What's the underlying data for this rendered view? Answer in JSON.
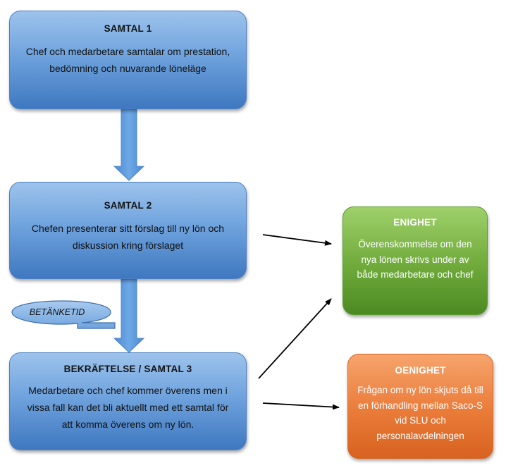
{
  "samtal1": {
    "title": "SAMTAL 1",
    "body": "Chef och medarbetare samtalar om prestation, bedömning och nuvarande löneläge"
  },
  "samtal2": {
    "title": "SAMTAL 2",
    "body": "Chefen presenterar sitt förslag till ny lön och diskussion kring förslaget"
  },
  "samtal3": {
    "title": "BEKRÄFTELSE / SAMTAL 3",
    "body": "Medarbetare och chef kommer överens men i vissa fall kan det bli aktuellt med ett samtal för att komma överens om ny lön."
  },
  "enighet": {
    "title": "ENIGHET",
    "body": "Överenskommelse om den nya lönen skrivs under av både medarbetare och chef"
  },
  "oenighet": {
    "title": "OENIGHET",
    "body": "Frågan om ny lön skjuts då till en förhandling mellan Saco-S vid SLU och personalavdelningen"
  },
  "betanketid": {
    "label": "BETÄNKETID"
  },
  "colors": {
    "box_blue": "#5b93d6",
    "arrow_blue": "#5b9bd5",
    "box_green": "#6faa3a",
    "box_orange": "#ea7b39",
    "connector": "#000000"
  }
}
